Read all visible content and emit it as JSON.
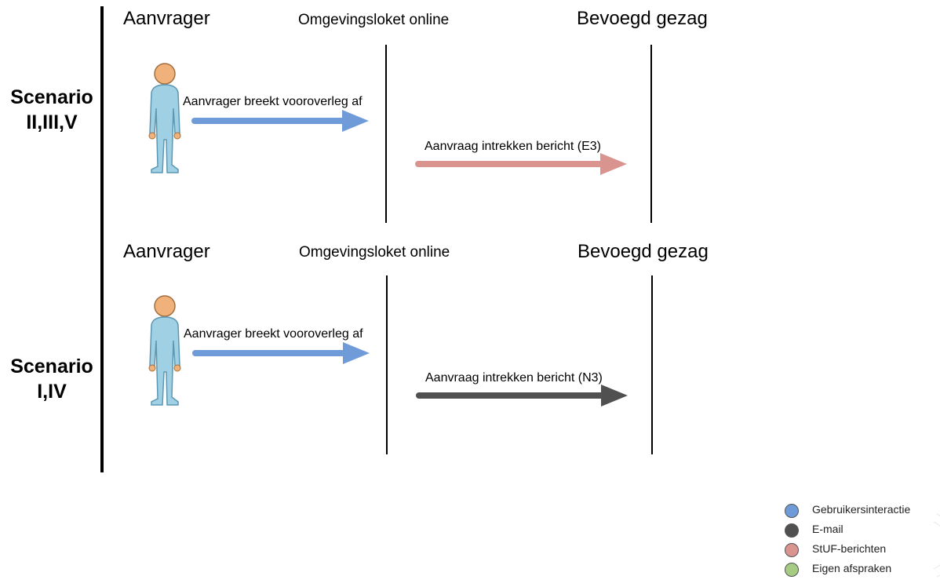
{
  "scenarios": [
    {
      "label_line1": "Scenario",
      "label_line2": "II,III,V",
      "actors": {
        "aanvrager": "Aanvrager",
        "loket": "Omgevingsloket online",
        "gezag": "Bevoegd gezag"
      },
      "messages": [
        {
          "label": "Aanvrager breekt vooroverleg af",
          "kind": "gebruikersinteractie"
        },
        {
          "label": "Aanvraag intrekken bericht (E3)",
          "kind": "stuf-berichten"
        }
      ]
    },
    {
      "label_line1": "Scenario",
      "label_line2": "I,IV",
      "actors": {
        "aanvrager": "Aanvrager",
        "loket": "Omgevingsloket online",
        "gezag": "Bevoegd gezag"
      },
      "messages": [
        {
          "label": "Aanvrager breekt vooroverleg af",
          "kind": "gebruikersinteractie"
        },
        {
          "label": "Aanvraag intrekken bericht (N3)",
          "kind": "e-mail"
        }
      ]
    }
  ],
  "legend": [
    {
      "label": "Gebruikersinteractie",
      "color": "#6f9bd8",
      "icon": "legend-dot-blue"
    },
    {
      "label": "E-mail",
      "color": "#505050",
      "icon": "legend-dot-darkgray"
    },
    {
      "label": "StUF-berichten",
      "color": "#d99490",
      "icon": "legend-dot-pink"
    },
    {
      "label": "Eigen afspraken",
      "color": "#a6cc84",
      "icon": "legend-dot-green"
    }
  ],
  "colors": {
    "gebruikersinteractie": "#6f9bd8",
    "e-mail": "#505050",
    "stuf-berichten": "#d99490",
    "eigen-afspraken": "#a6cc84",
    "person_body": "#9fd0e4",
    "person_body_dark": "#5d97b3",
    "person_head": "#f0b27a"
  }
}
